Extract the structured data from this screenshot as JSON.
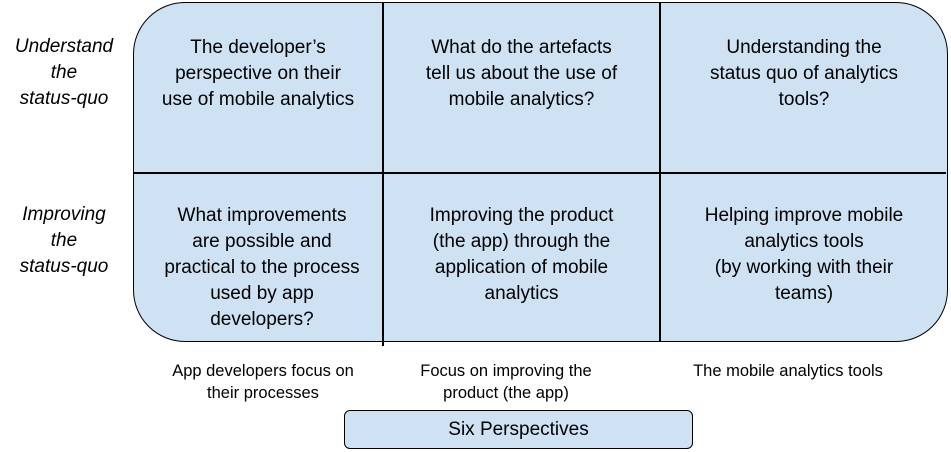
{
  "rows": [
    {
      "label": "Understand\nthe\nstatus-quo"
    },
    {
      "label": "Improving\nthe\nstatus-quo"
    }
  ],
  "cells": [
    [
      "The developer’s\nperspective on their\nuse of mobile analytics",
      "What do the artefacts\ntell us about the use of\nmobile analytics?",
      "Understanding the\nstatus quo of analytics\ntools?"
    ],
    [
      "What improvements\nare possible and\npractical to the process\nused by app\ndevelopers?",
      "Improving the product\n(the app) through the\napplication of mobile\nanalytics",
      "Helping improve mobile\nanalytics tools\n(by working with their\nteams)"
    ]
  ],
  "columns": [
    {
      "label": "App developers focus on\ntheir processes"
    },
    {
      "label": "Focus on improving the\nproduct (the app)"
    },
    {
      "label": "The mobile analytics tools"
    }
  ],
  "footer": {
    "title": "Six Perspectives"
  }
}
